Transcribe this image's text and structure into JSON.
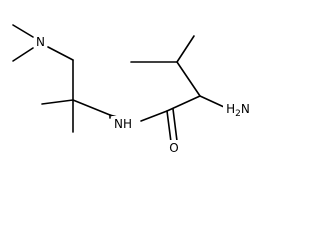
{
  "molecule": {
    "atoms": {
      "amine_n": "N",
      "amide_nh": "NH",
      "amino_h2n": "H2N",
      "carbonyl_o": "O"
    },
    "colors": {
      "bond": "#000000",
      "label": "#000000",
      "background": "#ffffff"
    }
  }
}
